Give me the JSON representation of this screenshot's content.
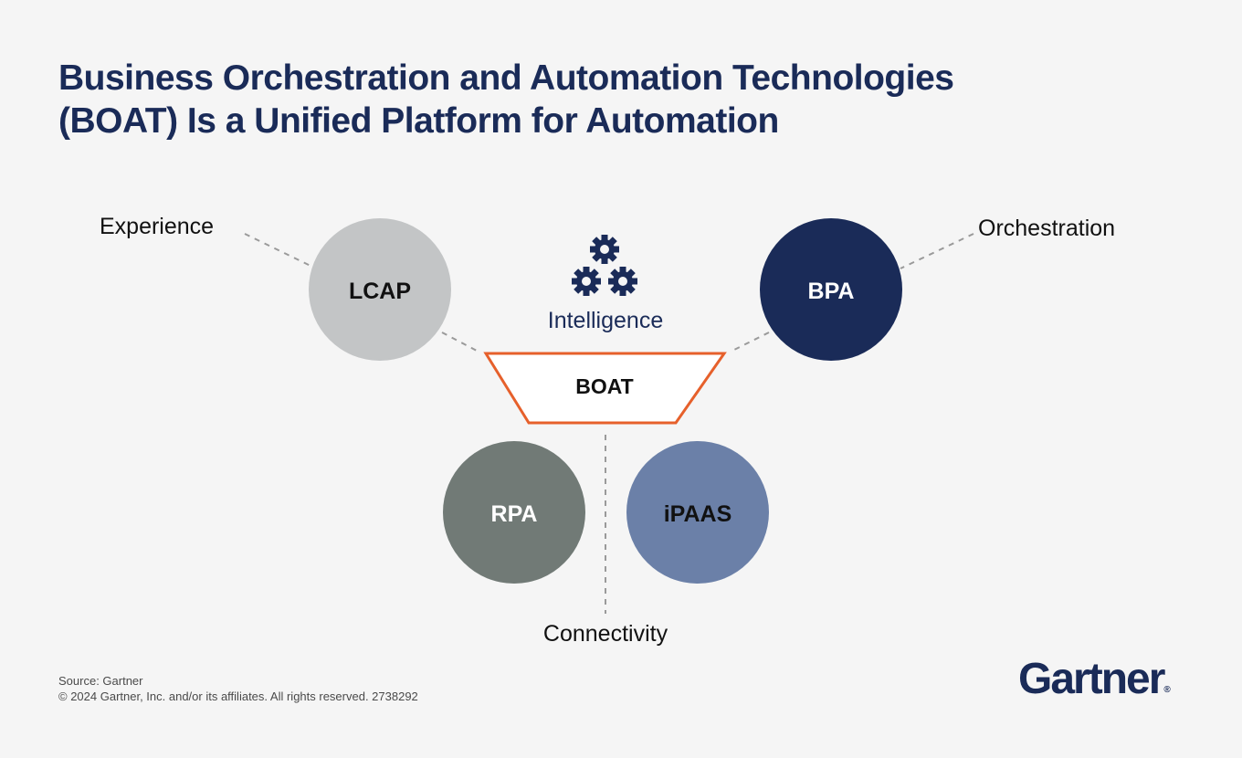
{
  "title": {
    "line1": "Business Orchestration and Automation Technologies",
    "line2": "(BOAT) Is a Unified Platform for Automation"
  },
  "labels": {
    "experience": "Experience",
    "orchestration": "Orchestration",
    "intelligence": "Intelligence",
    "connectivity": "Connectivity"
  },
  "nodes": {
    "lcap": "LCAP",
    "bpa": "BPA",
    "rpa": "RPA",
    "ipaas": "iPAAS",
    "boat": "BOAT"
  },
  "colors": {
    "lcap": "#c3c5c6",
    "bpa": "#1a2b58",
    "rpa": "#717a76",
    "ipaas": "#6b80a8",
    "boat_border": "#e6602b",
    "title": "#1a2b58",
    "gears": "#1a2b58"
  },
  "icons": {
    "intelligence": "gears-icon"
  },
  "footer": {
    "source": "Source: Gartner",
    "copyright": "© 2024 Gartner, Inc. and/or its affiliates. All rights reserved. 2738292"
  },
  "logo": {
    "text": "Gartner",
    "mark": "®"
  }
}
